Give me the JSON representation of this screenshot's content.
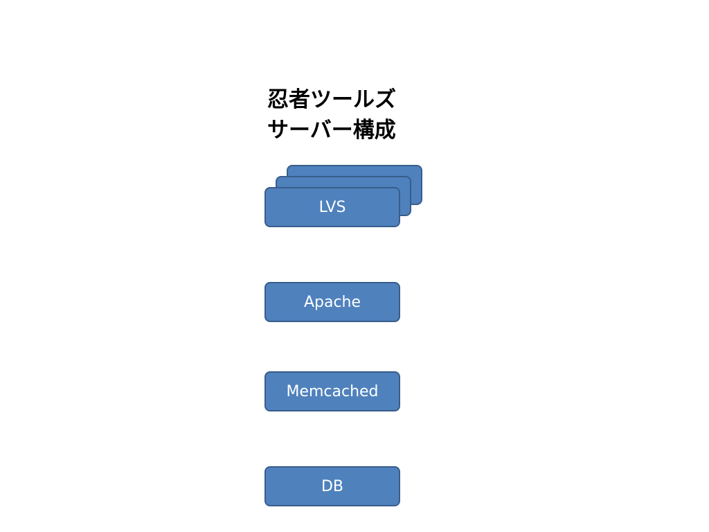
{
  "title": {
    "line1": "忍者ツールズ",
    "line2": "サーバー構成"
  },
  "servers": {
    "lvs": "LVS",
    "apache": "Apache",
    "memcached": "Memcached",
    "db": "DB"
  }
}
